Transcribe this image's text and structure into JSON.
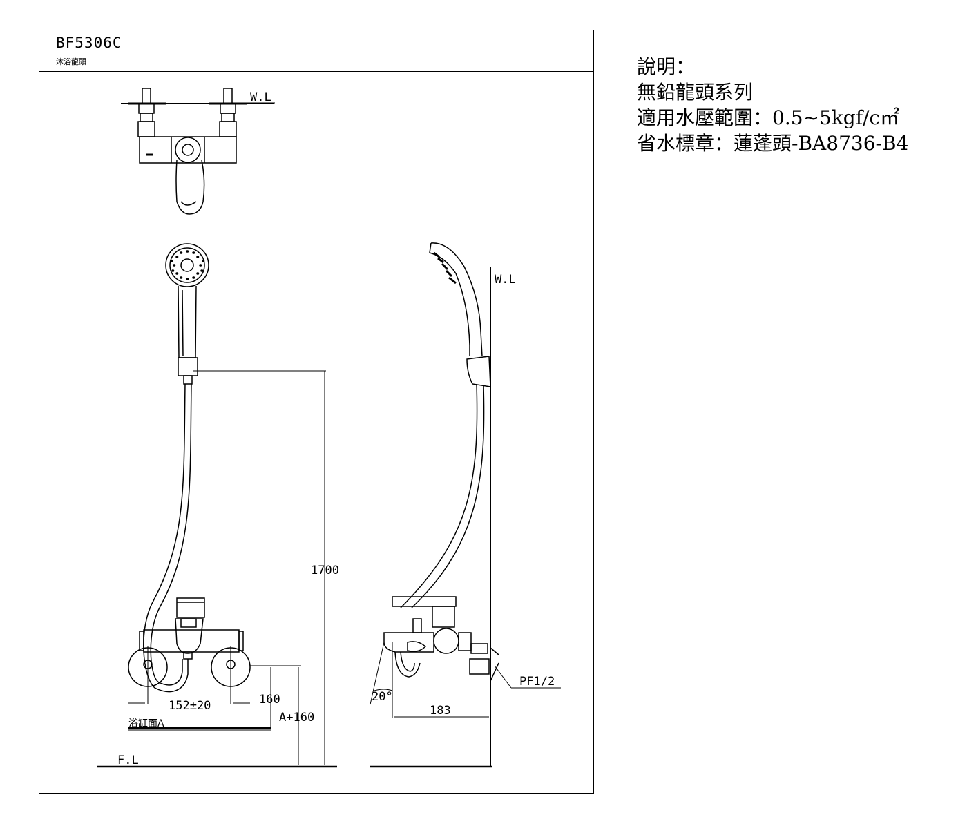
{
  "title_block": {
    "model": "BF5306C",
    "product_name": "沐浴龍頭"
  },
  "drawing": {
    "labels": {
      "wall_line_top": "W.L",
      "wall_line_side": "W.L",
      "floor_line": "F.L",
      "tub_surface": "浴缸面A",
      "pipe_thread": "PF1/2",
      "angle": "20°"
    },
    "dimensions": {
      "height_total": "1700",
      "inlet_spacing": "152±20",
      "height_above_tub": "160",
      "height_above_floor": "A+160",
      "projection": "183"
    }
  },
  "notes": {
    "heading": "說明：",
    "lines": [
      "無鉛龍頭系列",
      "適用水壓範圍：0.5~5kgf/c㎡",
      "省水標章：蓮蓬頭-BA8736-B4"
    ]
  }
}
